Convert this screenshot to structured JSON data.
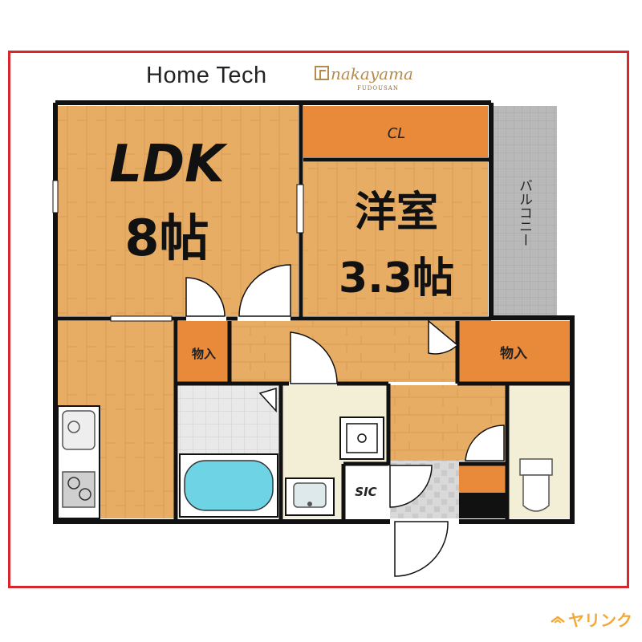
{
  "header": {
    "brand": "Home Tech",
    "logo_name": "nakayama",
    "logo_sub": "FUDOUSAN"
  },
  "rooms": {
    "ldk": "LDK",
    "ldk_size": "8帖",
    "closet": "CL",
    "western": "洋室",
    "western_size": "3.3帖",
    "balcony": "バルコニー",
    "storage1": "物入",
    "storage2": "物入",
    "sic": "SIC"
  },
  "watermark": "ヤリンク",
  "colors": {
    "frame": "#d9262a",
    "wood": "#e8ad64",
    "wood_dark": "#c98b3d",
    "closet": "#e9893a",
    "balcony": "#b9b9b9",
    "bath_tub": "#6fd3e6",
    "wet_floor": "#f2efd6",
    "watermark": "#f2a93b"
  }
}
